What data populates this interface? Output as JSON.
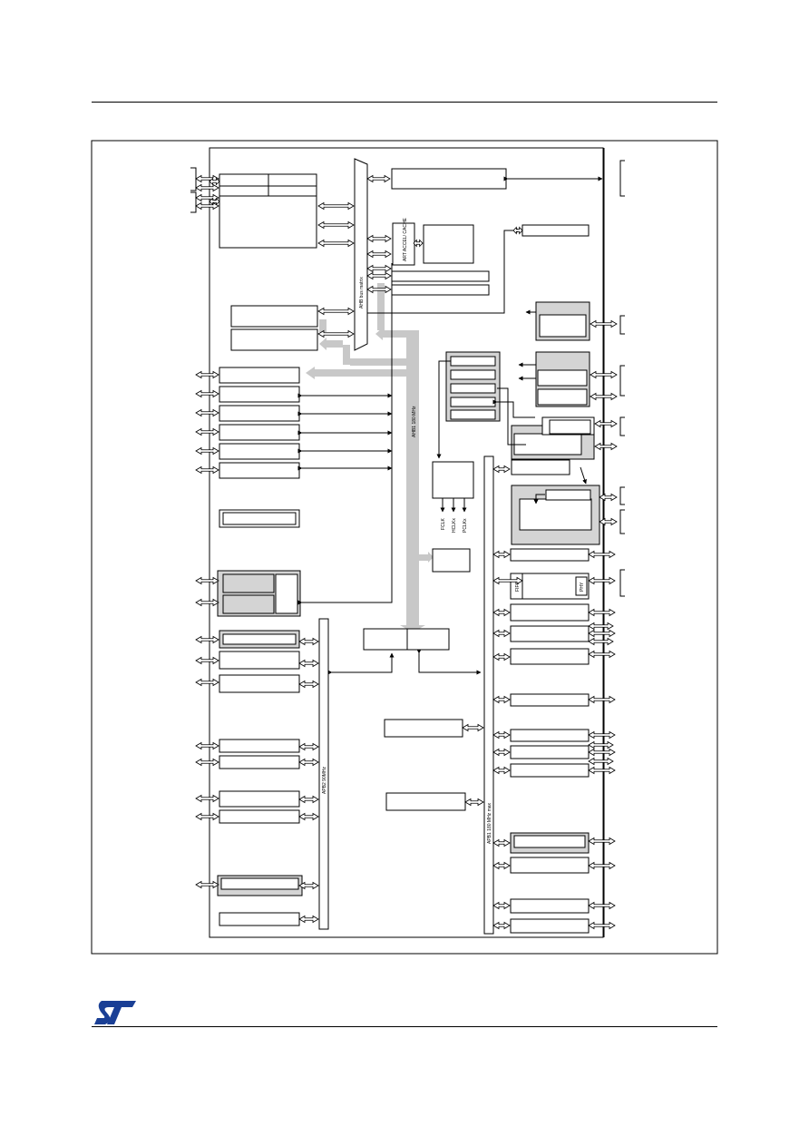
{
  "diagram": {
    "labels": {
      "ahb_bus_matrix": "AHB bus matrix",
      "ahb1_bus": "AHB1 180 MHz",
      "apb2_bus": "APB2 90MHz",
      "apb1_bus": "APB1 180 MHz max",
      "art_cache": "ART ACCEL/ CACHE",
      "clk_fclk": "FCLK",
      "clk_hclk": "HCLKx",
      "clk_pclk": "PCLKx",
      "fifo": "FIFO",
      "phy": "PHY"
    }
  },
  "colors": {
    "line": "#000000",
    "arrow_fill": "#ffffff",
    "bus_gray": "#c8c8c8",
    "block_gray": "#d4d4d4",
    "block_fill": "#ffffff"
  },
  "logo": {
    "name": "st-logo",
    "color": "#1a3f95"
  }
}
